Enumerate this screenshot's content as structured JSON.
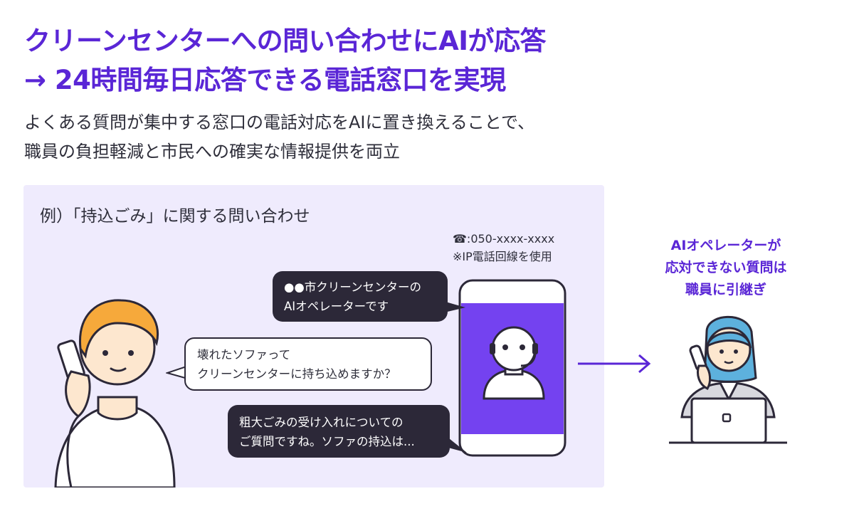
{
  "headline": {
    "line1": "クリーンセンターへの問い合わせにAIが応答",
    "line2": "→ 24時間毎日応答できる電話窓口を実現"
  },
  "lead": {
    "line1": "よくある質問が集中する窓口の電話対応をAIに置き換えることで、",
    "line2": "職員の負担軽減と市民への確実な情報提供を両立"
  },
  "example": {
    "title": "例）「持込ごみ」に関する問い合わせ",
    "phone_number": "☎:050-xxxx-xxxx",
    "phone_note": "※IP電話回線を使用",
    "bubbles": {
      "ai_greeting": [
        "●●市クリーンセンターの",
        "AIオペレーターです"
      ],
      "citizen_question": [
        "壊れたソファって",
        "クリーンセンターに持ち込めますか？"
      ],
      "ai_answer": [
        "粗大ごみの受け入れについての",
        "ご質問ですね。ソファの持込は..."
      ]
    }
  },
  "handoff": {
    "line1": "AIオペレーターが",
    "line2": "応対できない質問は",
    "line3": "職員に引継ぎ"
  },
  "colors": {
    "accent": "#5a26d6",
    "phone_screen": "#7442f0",
    "panel_bg": "#efebfd",
    "bubble_dark": "#2c2838",
    "skin": "#fde7cf",
    "citizen_hair": "#f6a93b",
    "operator_hair": "#5db1dd"
  },
  "icons": [
    "citizen-illustration",
    "smartphone-icon",
    "ai-operator-avatar-icon",
    "right-arrow-icon",
    "staff-operator-illustration"
  ]
}
